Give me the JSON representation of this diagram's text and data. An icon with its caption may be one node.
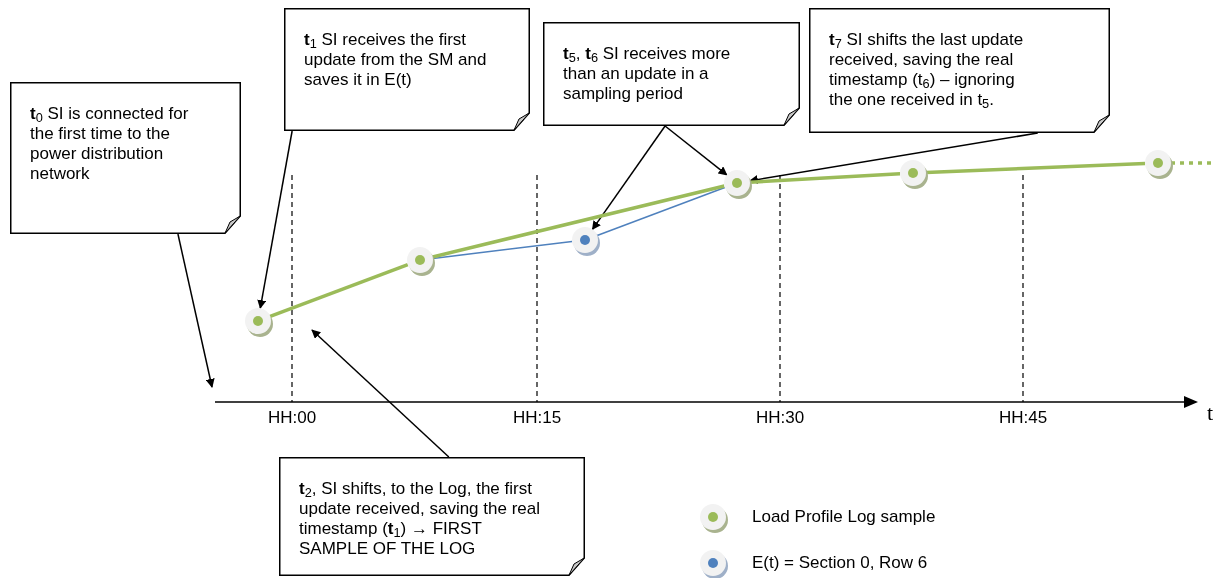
{
  "diagram": {
    "nodes": [
      {
        "text": [
          "**t**$_{0}$ SI is connected for the first time to the  power distribution network"
        ]
      },
      {
        "text": [
          "**t**$_{1}$ SI receives the first update from the SM and saves it in E(t)"
        ]
      },
      {
        "text": [
          "**t**$_{5}$, **t**$_{6}$ SI receives more than an update in a sampling period"
        ]
      },
      {
        "text": [
          "**t**$_{7}$ SI shifts the last update received, saving the real timestamp (t$_{6}$) – ignoring the one received in t$_{5}$."
        ]
      },
      {
        "text": [
          "**t**$_{2}$, SI shifts, to the Log, the first update received, saving the real timestamp (**t**$_{1}$) → FIRST SAMPLE OF THE LOG"
        ]
      },
      {
        "text": [],
        "shape": "circle"
      },
      {
        "text": [],
        "shape": "circle"
      },
      {
        "text": [],
        "shape": "circle"
      },
      {
        "text": [],
        "shape": "circle"
      },
      {
        "text": [],
        "shape": "circle"
      },
      {
        "text": [],
        "shape": "circle"
      }
    ],
    "edges": [
      {
        "from": 0,
        "to": null,
        "arrow": "to"
      },
      {
        "from": 1,
        "to": 5,
        "arrow": "to"
      },
      {
        "from": 2,
        "to": 7,
        "arrow": "to"
      },
      {
        "from": 2,
        "to": 8,
        "arrow": "to"
      },
      {
        "from": 3,
        "to": 8,
        "arrow": "to"
      },
      {
        "from": 4,
        "to": null,
        "arrow": "to"
      },
      {
        "from": 5,
        "to": 6,
        "arrow": "none",
        "style": "thick",
        "color": "#9bbb59"
      },
      {
        "from": 6,
        "to": 7,
        "arrow": "none",
        "color": "#4f81bd"
      },
      {
        "from": 7,
        "to": 8,
        "arrow": "none",
        "color": "#4f81bd"
      },
      {
        "from": 6,
        "to": 8,
        "arrow": "none",
        "style": "thick",
        "color": "#9bbb59"
      },
      {
        "from": 8,
        "to": 9,
        "arrow": "none",
        "style": "thick",
        "color": "#9bbb59"
      },
      {
        "from": 9,
        "to": 10,
        "arrow": "none",
        "style": "thick",
        "color": "#9bbb59"
      },
      {
        "from": 10,
        "to": null,
        "arrow": "none",
        "style": "dashed",
        "color": "#9bbb59"
      }
    ],
    "labels": [
      "HH:00",
      "HH:15",
      "HH:30",
      "HH:45",
      "t"
    ],
    "legend": [
      {
        "text": "Load Profile Log sample"
      },
      {
        "text": "E(t) = Section 0, Row 6"
      }
    ]
  }
}
